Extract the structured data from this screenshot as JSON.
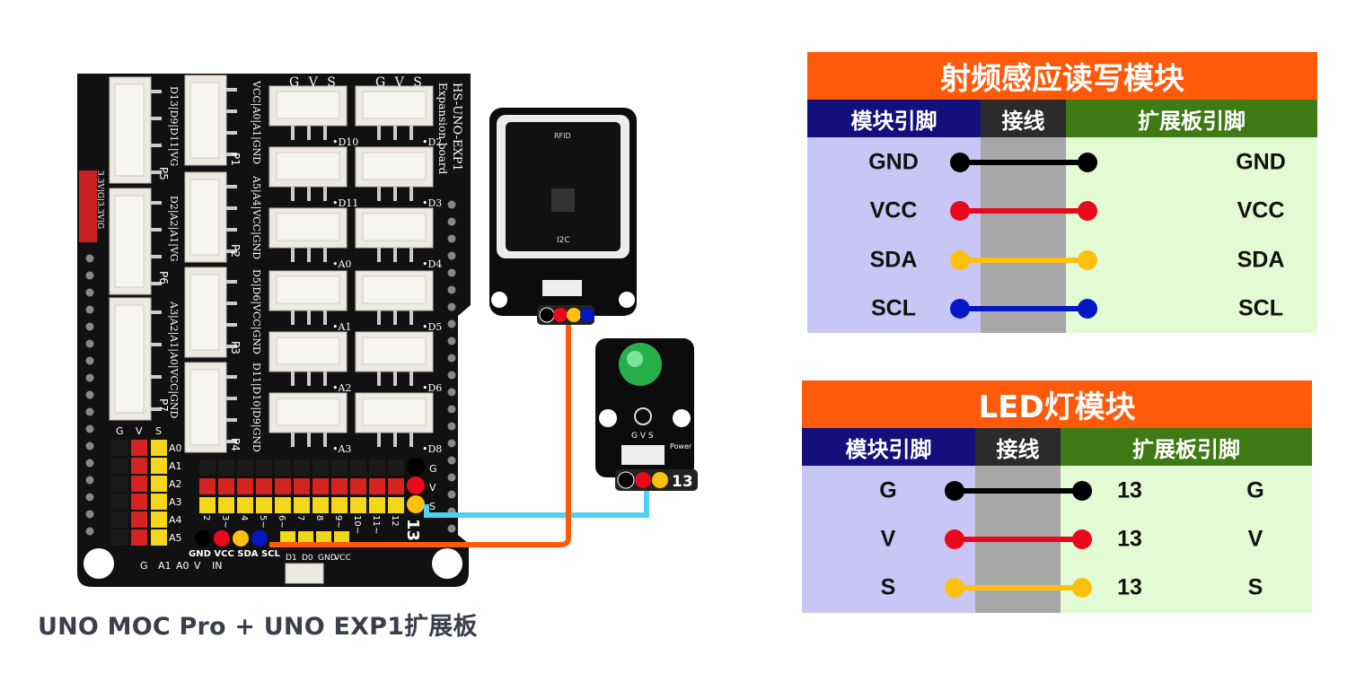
{
  "caption": "UNO MOC Pro + UNO EXP1扩展板",
  "board": {
    "name_line1": "HS-UNO-EXP1",
    "name_line2": "Expansion board",
    "top_gvs": "G V S",
    "port_labels_left": [
      "D13|D9|D11|VG",
      "D2|A2|A1|VG",
      "A3|A2|A1|A0|VCC|GND"
    ],
    "p_labels": [
      "P5",
      "P6",
      "P7",
      "P1",
      "P2",
      "P3",
      "P4"
    ],
    "mid_col_labels": [
      "VCC|A0|A1|GND",
      "A5|A4|VCC|GND",
      "D5|D6|VCC|GND",
      "D11|D10|D9|GND"
    ],
    "grid_labels_right": [
      "D10",
      "D11",
      "A0",
      "A1",
      "A2",
      "A3"
    ],
    "grid_labels_far": [
      "D2",
      "D3",
      "D4",
      "D5",
      "D6",
      "D8"
    ],
    "power_header": "3.3V|G|3.3V|G",
    "left_gvs": [
      "G",
      "V",
      "S"
    ],
    "left_pins": [
      "A0",
      "A1",
      "A2",
      "A3",
      "A4",
      "A5"
    ],
    "right_gvs": [
      "G",
      "V",
      "S"
    ],
    "digital_nums": [
      "2",
      "3~",
      "4",
      "5~",
      "6~",
      "7",
      "8",
      "9~",
      "10~",
      "11~",
      "12"
    ],
    "pin13": "13",
    "i2c_labels": "GND VCC SDA SCL",
    "serial_labels": [
      "VCC",
      "GND",
      "D0",
      "D1"
    ],
    "bottom_labels": [
      "G",
      "A1",
      "A0",
      "V",
      "IN"
    ],
    "rfid_logo": "RFID",
    "rfid_chip_label": "I2C",
    "rfid_pins": [
      "GND",
      "VCC",
      "SDA",
      "SCL"
    ],
    "led_gvs": "G V S",
    "led_power": "Power",
    "led_pin": "13"
  },
  "tables": [
    {
      "title": "射频感应读写模块",
      "headers": [
        "模块引脚",
        "接线",
        "扩展板引脚"
      ],
      "rows": [
        {
          "module": "GND",
          "board": "",
          "extension": "GND",
          "color": "#000000"
        },
        {
          "module": "VCC",
          "board": "",
          "extension": "VCC",
          "color": "#e8091c"
        },
        {
          "module": "SDA",
          "board": "",
          "extension": "SDA",
          "color": "#fec00d"
        },
        {
          "module": "SCL",
          "board": "",
          "extension": "SCL",
          "color": "#0317c4"
        }
      ]
    },
    {
      "title": "LED灯模块",
      "headers": [
        "模块引脚",
        "接线",
        "扩展板引脚"
      ],
      "rows": [
        {
          "module": "G",
          "board": "13",
          "extension": "G",
          "color": "#000000"
        },
        {
          "module": "V",
          "board": "13",
          "extension": "V",
          "color": "#e8091c"
        },
        {
          "module": "S",
          "board": "13",
          "extension": "S",
          "color": "#fec00d"
        }
      ]
    }
  ],
  "colors": {
    "title_bg": "#ff5a0a",
    "header_module": "#13107d",
    "header_wire": "#2b2b2b",
    "header_ext": "#3f7b14",
    "wire_orange": "#ff5a0a",
    "wire_cyan": "#4fd2f2"
  }
}
